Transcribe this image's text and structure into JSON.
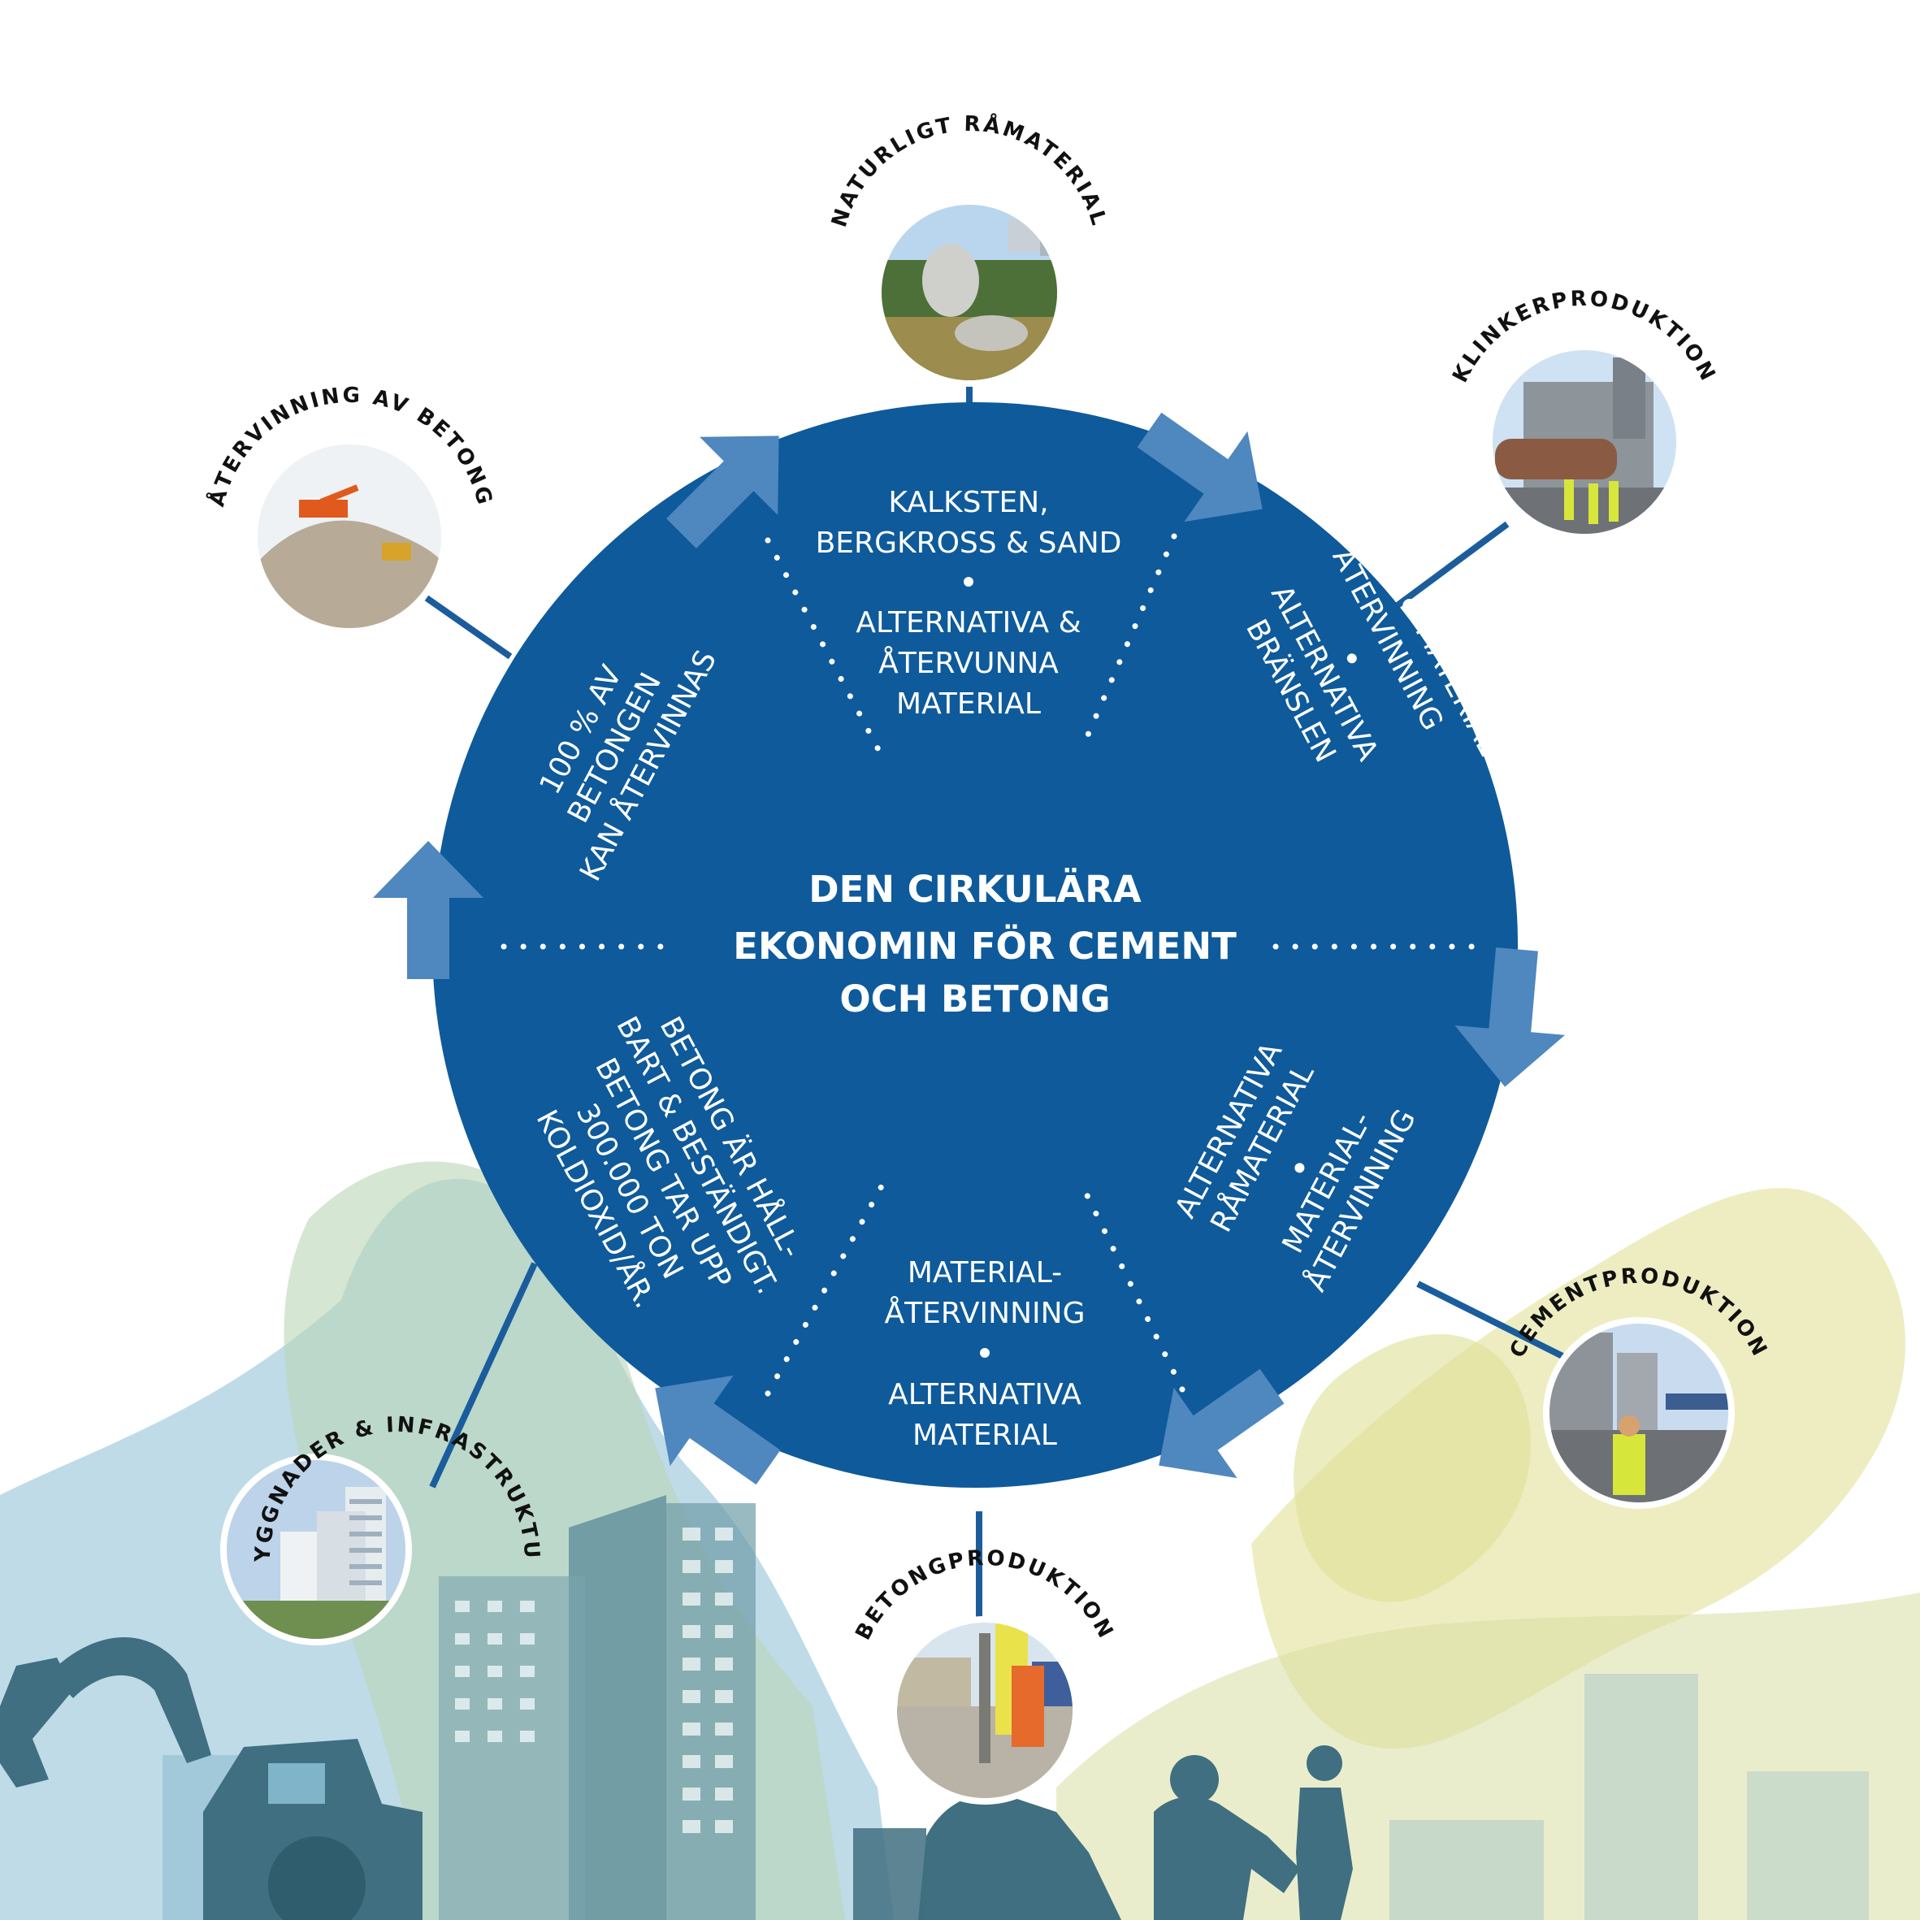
{
  "colors": {
    "circle": "#0e5a9b",
    "arrow": "#4f87bf",
    "connector": "#1b5d9c",
    "text_on_circle": "#ffffff",
    "label_text": "#111111",
    "bg_blue_wash": "#a9cfe0",
    "bg_green_wash": "#b9d6b6",
    "bg_yellow_wash": "#e7e6a6",
    "silhouette": "#3f6f80"
  },
  "center_title": {
    "line1": "DEN CIRKULÄRA",
    "line2": "EKONOMIN FÖR CEMENT",
    "line3": "OCH BETONG"
  },
  "segments": {
    "top": {
      "line1": "KALKSTEN,",
      "line2": "BERGKROSS & SAND",
      "line3": "ALTERNATIVA &",
      "line4": "ÅTERVUNNA",
      "line5": "MATERIAL"
    },
    "upper_right": {
      "line1": "ENERGI- & MATERIAL-",
      "line2": "ÅTERVINNING",
      "line3": "ALTERNATIVA",
      "line4": "BRÄNSLEN"
    },
    "lower_right": {
      "line1": "ALTERNATIVA",
      "line2": "RÅMATERIAL",
      "line3": "MATERIAL-",
      "line4": "ÅTERVINNING"
    },
    "bottom": {
      "line1": "MATERIAL-",
      "line2": "ÅTERVINNING",
      "line3": "ALTERNATIVA",
      "line4": "MATERIAL"
    },
    "lower_left": {
      "line1": "BETONG ÄR HÅLL-",
      "line2": "BART & BESTÄNDIGT.",
      "line3": "BETONG TAR UPP",
      "line4": "300.000 TON",
      "line5": "KOLDIOXID/ÅR."
    },
    "upper_left": {
      "line1": "100 % AV",
      "line2": "BETONGEN",
      "line3": "KAN ÅTERVINNAS"
    }
  },
  "stations": {
    "natural_raw_material": "NATURLIGT RÅMATERIAL",
    "clinker_production": "KLINKERPRODUKTION",
    "cement_production": "CEMENTPRODUKTION",
    "concrete_production": "BETONGPRODUKTION",
    "buildings_infrastructure": "BYGGNADER & INFRASTRUKTUR",
    "concrete_recycling": "ÅTERVINNING AV BETONG"
  },
  "icons": {
    "flow_arrow": "arrow-icon",
    "photo": "photo-thumbnail"
  }
}
